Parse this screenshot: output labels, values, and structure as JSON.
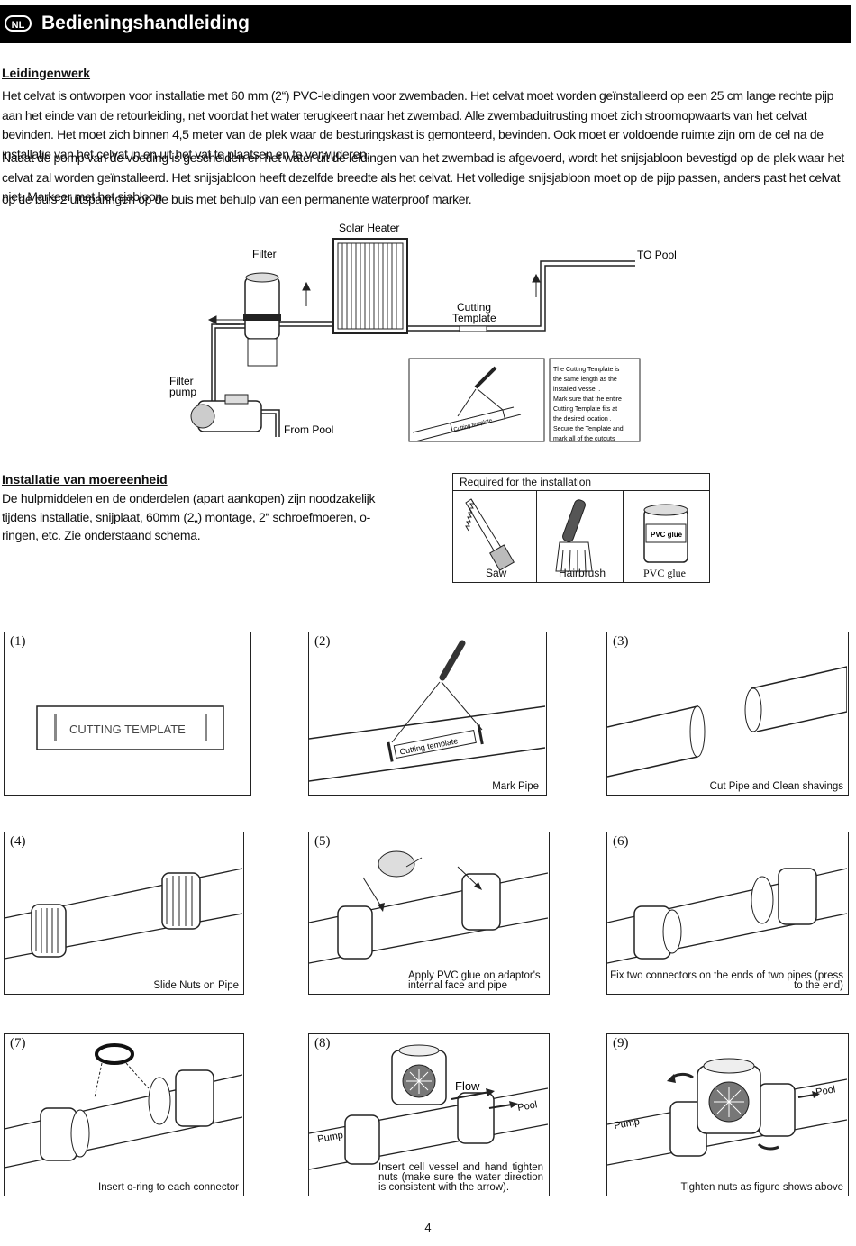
{
  "header": {
    "badge": "NL",
    "title": "Bedieningshandleiding"
  },
  "section1": {
    "title": "Leidingenwerk",
    "para1": "Het celvat is ontworpen voor installatie met 60 mm (2“) PVC-leidingen voor zwembaden. Het celvat moet worden geïnstalleerd op een 25 cm lange rechte pijp aan het einde van de retourleiding, net voordat het water terugkeert naar het zwembad. Alle zwembaduitrusting moet zich stroomopwaarts van het celvat bevinden. Het moet zich binnen 4,5 meter van de plek waar de besturingskast is gemonteerd, bevinden. Ook moet er voldoende ruimte zijn om de cel na de installatie van het celvat in en uit het vat te plaatsen en te verwijderen.",
    "para2": "Nadat de pomp van de voeding is gescheiden en het water uit de leidingen van het zwembad is afgevoerd, wordt het snijsjabloon bevestigd op de plek waar het celvat zal worden geïnstalleerd. Het snijsjabloon heeft dezelfde breedte als het celvat. Het volledige snijsjabloon moet op de pijp passen, anders past het celvat niet. Markeer met het sjabloon",
    "para3": "op de buis 2 uitsparingen op de buis met behulp van een permanente waterproof marker."
  },
  "diagram": {
    "solar_heater": "Solar Heater",
    "filter": "Filter",
    "to_pool": "TO Pool",
    "cutting_template": [
      "Cutting",
      "Template"
    ],
    "filter_pump": [
      "Filter",
      "pump"
    ],
    "from_pool": "From Pool",
    "pipe_label": "Cutting template",
    "note": [
      "The  Cutting  Template  is",
      "the  same  length  as  the",
      "installed Vessel .",
      "Mark  sure  that the entire",
      "Cutting  Template  fits  at",
      "the desired location .",
      "Secure  the Template  and",
      "mark all of the cutouts"
    ]
  },
  "section2": {
    "title": "Installatie van moereenheid",
    "text": "De hulpmiddelen en de onderdelen (apart aankopen) zijn noodzakelijk tijdens installatie, snijplaat, 60mm (2„) montage, 2“ schroefmoeren, o-ringen, etc. Zie onderstaand schema."
  },
  "tools": {
    "title": "Required for the installation",
    "items": [
      "Saw",
      "Hairbrush",
      "PVC glue"
    ],
    "can_label": "PVC glue"
  },
  "steps": [
    {
      "num": "(1)",
      "caption": "",
      "template_text": "CUTTING TEMPLATE"
    },
    {
      "num": "(2)",
      "caption": "Mark Pipe",
      "pipe_text": "Cutting template"
    },
    {
      "num": "(3)",
      "caption": "Cut Pipe and Clean shavings"
    },
    {
      "num": "(4)",
      "caption": "Slide Nuts on Pipe"
    },
    {
      "num": "(5)",
      "caption": "Apply PVC glue on adaptor's internal face and pipe"
    },
    {
      "num": "(6)",
      "caption": "Fix two connectors on the ends of two pipes (press to the end)"
    },
    {
      "num": "(7)",
      "caption": "Insert o-ring to each connector"
    },
    {
      "num": "(8)",
      "caption": "Insert cell vessel and hand tighten nuts (make sure the water direction is consistent with the arrow).",
      "flow": "Flow",
      "pump": "Pump",
      "pool": "Pool"
    },
    {
      "num": "(9)",
      "caption": "Tighten nuts as figure shows above",
      "pump": "Pump",
      "pool": "Pool"
    }
  ],
  "page_number": "4"
}
